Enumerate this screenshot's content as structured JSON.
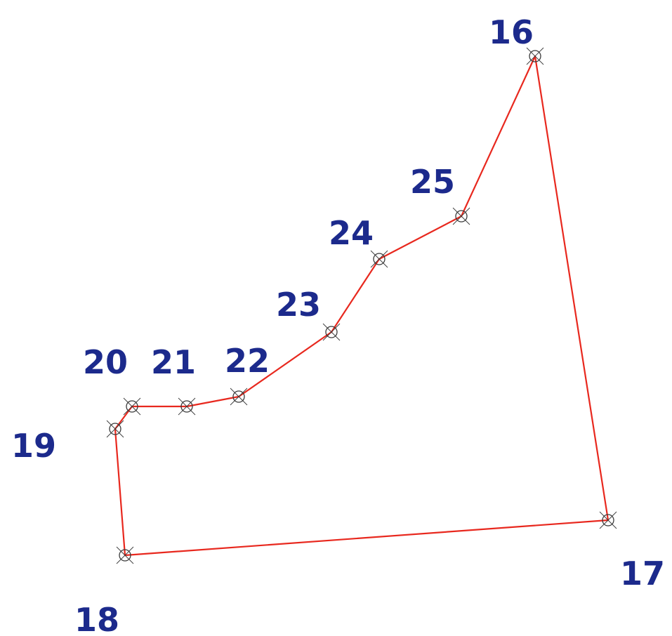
{
  "colors": {
    "background": "#ffffff",
    "boundary_line": "#e8281e",
    "vertex_marker": "#3a3a3a",
    "label": "#1c2a8c"
  },
  "marker_icon": "circled-x-survey-marker-icon",
  "points": [
    {
      "id": "16",
      "label": "16"
    },
    {
      "id": "17",
      "label": "17"
    },
    {
      "id": "18",
      "label": "18"
    },
    {
      "id": "19",
      "label": "19"
    },
    {
      "id": "20",
      "label": "20"
    },
    {
      "id": "21",
      "label": "21"
    },
    {
      "id": "22",
      "label": "22"
    },
    {
      "id": "23",
      "label": "23"
    },
    {
      "id": "24",
      "label": "24"
    },
    {
      "id": "25",
      "label": "25"
    }
  ],
  "boundary_order": [
    "16",
    "17",
    "18",
    "19",
    "20",
    "21",
    "22",
    "23",
    "24",
    "25",
    "16"
  ]
}
